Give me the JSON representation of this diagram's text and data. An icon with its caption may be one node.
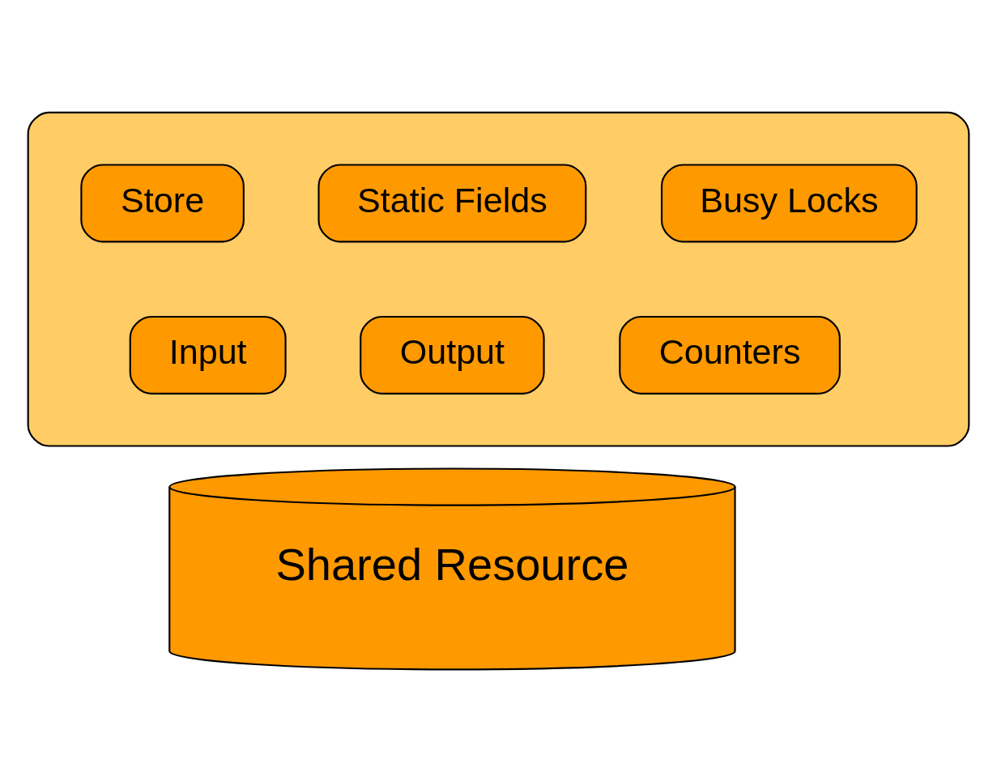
{
  "diagram": {
    "nodes": [
      {
        "text": [],
        "shape": "box"
      },
      {
        "text": [
          "Store"
        ],
        "in": 0
      },
      {
        "text": [
          "Static Fields"
        ],
        "in": 0
      },
      {
        "text": [
          "Busy Locks"
        ],
        "in": 0
      },
      {
        "text": [
          "Input"
        ],
        "in": 0
      },
      {
        "text": [
          "Output"
        ],
        "in": 0
      },
      {
        "text": [
          "Counters"
        ],
        "in": 0
      },
      {
        "text": [
          "Shared Resource"
        ]
      }
    ]
  }
}
